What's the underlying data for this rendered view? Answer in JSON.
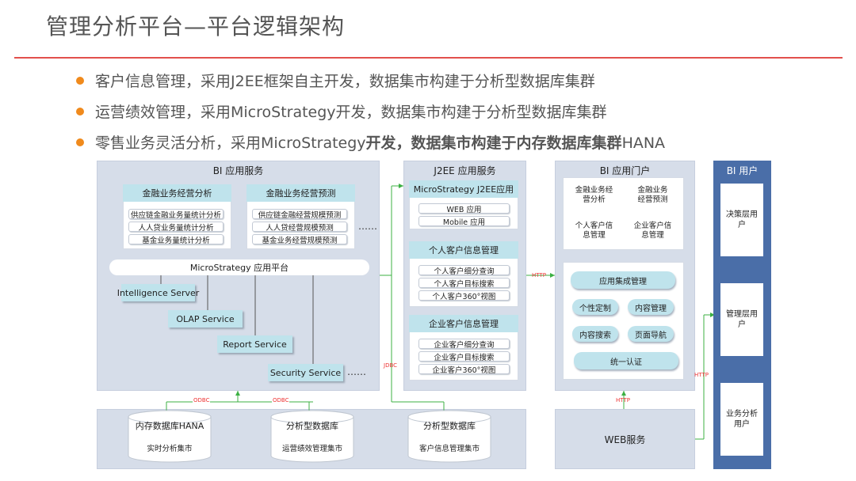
{
  "title": "管理分析平台—平台逻辑架构",
  "bullets": [
    "客户信息管理，采用J2EE框架自主开发，数据集市构建于分析型数据库集群",
    "运营绩效管理，采用MicroStrategy开发，数据集市构建于分析型数据库集群"
  ],
  "bullet3": {
    "normal": "零售业务灵活分析，采用MicroStrategy",
    "bold": "开发，数据集市构建于内存数据库集群",
    "tail": "HANA"
  },
  "bi_service": {
    "title": "BI 应用服务",
    "group1": {
      "header": "金融业务经营分析",
      "items": [
        "供应链金融业务量统计分析",
        "人人贷业务量统计分析",
        "基金业务量统计分析"
      ]
    },
    "group2": {
      "header": "金融业务经营预测",
      "items": [
        "供应链金融经营规模预测",
        "人人贷经营规模预测",
        "基金业务经营规模预测"
      ]
    },
    "ellipsis": "……",
    "platform": "MicroStrategy 应用平台",
    "services": [
      "Intelligence Server",
      "OLAP Service",
      "Report Service",
      "Security Service"
    ],
    "ellipsis2": "……"
  },
  "j2ee": {
    "title": "J2EE 应用服务",
    "mstr": {
      "header": "MicroStrategy J2EE应用",
      "items": [
        "WEB 应用",
        "Mobile 应用"
      ]
    },
    "personal": {
      "header": "个人客户信息管理",
      "items": [
        "个人客户细分查询",
        "个人客户目标搜索",
        "个人客户360°视图"
      ]
    },
    "enterprise": {
      "header": "企业客户信息管理",
      "items": [
        "企业客户细分查询",
        "企业客户目标搜索",
        "企业客户360°视图"
      ]
    }
  },
  "portal": {
    "title": "BI 应用门户",
    "tiles": [
      "金融业务经\n营分析",
      "金融业务\n经营预测",
      "个人客户信\n息管理",
      "企业客户信\n息管理"
    ],
    "integration": "应用集成管理",
    "features": [
      "个性定制",
      "内容管理",
      "内容搜索",
      "页面导航"
    ],
    "auth": "统一认证"
  },
  "bi_users": {
    "title": "BI 用户",
    "users": [
      "决策层用\n户",
      "管理层用\n户",
      "业务分析\n用户"
    ]
  },
  "databases": [
    {
      "name": "内存数据库HANA",
      "sub": "实时分析集市"
    },
    {
      "name": "分析型数据库",
      "sub": "运营绩效管理集市"
    },
    {
      "name": "分析型数据库",
      "sub": "客户信息管理集市"
    }
  ],
  "web_service": "WEB服务",
  "labels": {
    "odbc": "ODBC",
    "jdbc": "JDBC",
    "http": "HTTP"
  },
  "colors": {
    "accent_line": "#e2504c",
    "bullet_dot": "#f08a1c",
    "connector": "#3cb043",
    "label_red": "#e33",
    "header_fill": "#bfe3ec",
    "panel_fill": "#d6dde9",
    "users_panel": "#4a6ea8"
  }
}
